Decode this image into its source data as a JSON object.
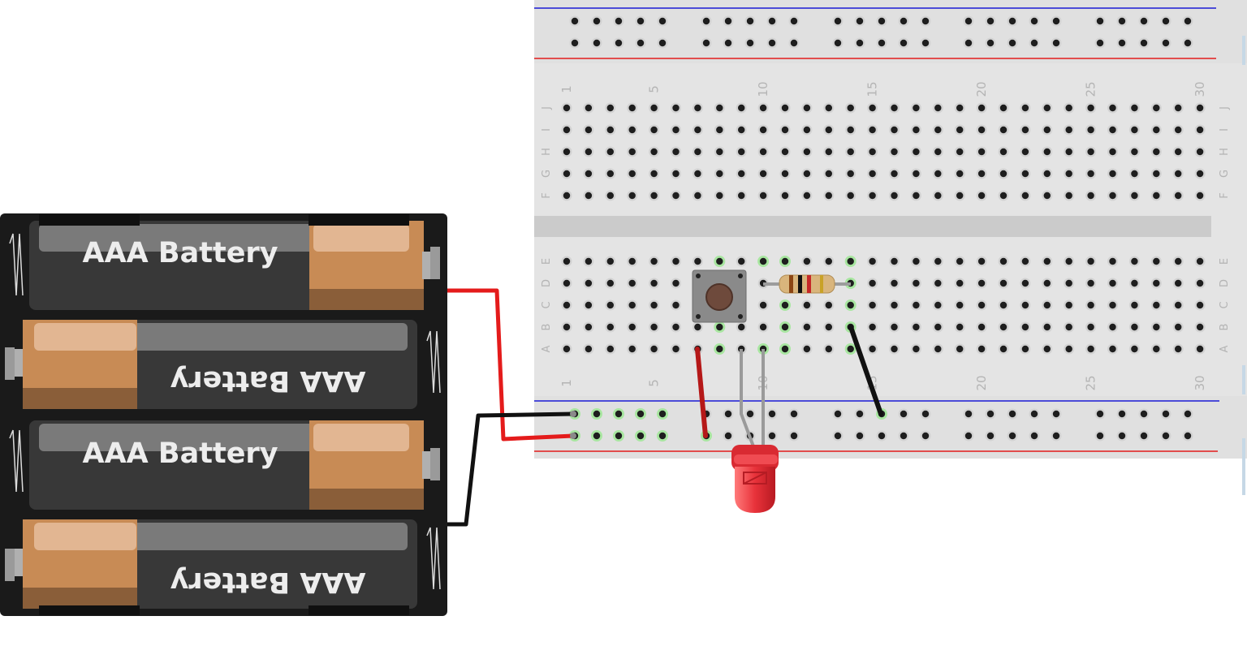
{
  "battery_pack": {
    "cells": [
      {
        "label": "AAA Battery",
        "orientation": "normal"
      },
      {
        "label": "AAA Battery",
        "orientation": "flipped"
      },
      {
        "label": "AAA Battery",
        "orientation": "normal"
      },
      {
        "label": "AAA Battery",
        "orientation": "flipped"
      }
    ]
  },
  "breadboard": {
    "column_numbers": [
      "1",
      "5",
      "10",
      "15",
      "20",
      "25",
      "30"
    ],
    "top_rows": [
      "J",
      "I",
      "H",
      "G",
      "F"
    ],
    "bottom_rows": [
      "E",
      "D",
      "C",
      "B",
      "A"
    ]
  },
  "components": {
    "resistor": "resistor-icon",
    "pushbutton": "pushbutton-icon",
    "led": "red-led-icon"
  },
  "colors": {
    "power_wire": "#e41b1b",
    "ground_wire": "#111111",
    "board": "#e4e4e4",
    "rail_red": "#e31c1c",
    "rail_blue": "#1a1ad6",
    "connected_hole": "#a8e6a0",
    "led": "#e8323a"
  }
}
